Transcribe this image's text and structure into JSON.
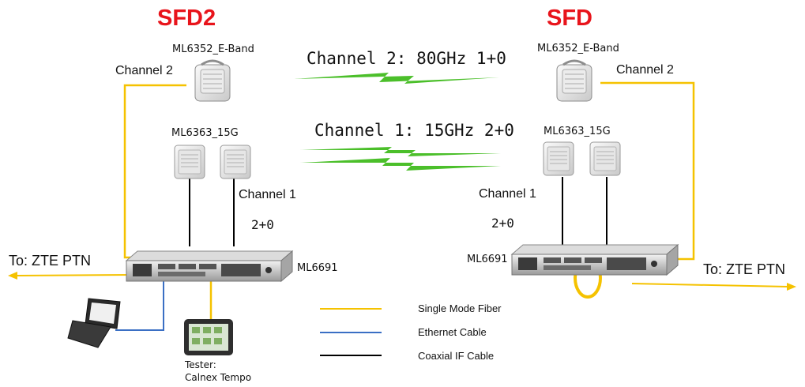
{
  "sites": {
    "left": {
      "name": "SFD2",
      "color": "#e8141b"
    },
    "right": {
      "name": "SFD",
      "color": "#e8141b"
    }
  },
  "left": {
    "eband_model": "ML6352_E-Band",
    "eband_channel": "Channel 2",
    "g15_model": "ML6363_15G",
    "g15_channel": "Channel 1",
    "g15_config": "2+0",
    "router_model": "ML6691",
    "uplink": "To: ZTE PTN"
  },
  "right": {
    "eband_model": "ML6352_E-Band",
    "eband_channel": "Channel 2",
    "g15_model": "ML6363_15G",
    "g15_channel": "Channel 1",
    "g15_config": "2+0",
    "router_model": "ML6691",
    "uplink": "To: ZTE PTN"
  },
  "links": {
    "channel2": "Channel 2: 80GHz 1+0",
    "channel1": "Channel 1: 15GHz 2+0",
    "radio_color": "#4bbf2a"
  },
  "tester": {
    "line1": "Tester:",
    "line2": "Calnex Tempo"
  },
  "legend": [
    {
      "label": "Single Mode Fiber",
      "color": "#f5c200"
    },
    {
      "label": "Ethernet Cable",
      "color": "#3a6fc4"
    },
    {
      "label": "Coaxial IF Cable",
      "color": "#000000"
    }
  ],
  "icons": [
    "radio-unit-icon",
    "router-chassis-icon",
    "laptop-icon",
    "tester-icon",
    "lightning-link-icon",
    "arrow-icon"
  ]
}
